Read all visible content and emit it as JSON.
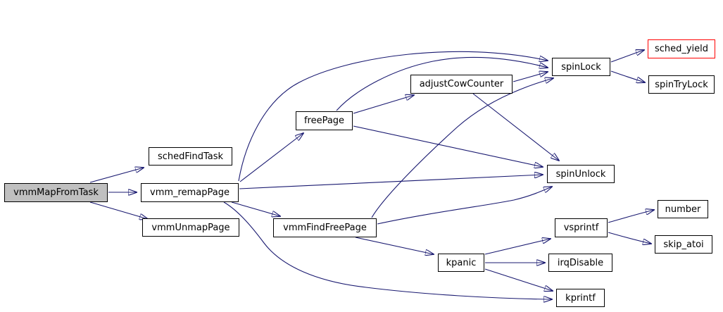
{
  "diagram": {
    "type": "call-graph",
    "focus_node": "vmmMapFromTask",
    "colors": {
      "edge": "#191970",
      "node_border": "#000000",
      "node_fill": "#ffffff",
      "focus_fill": "#c0c0c0",
      "highlight_border": "#ff0000",
      "text": "#000000",
      "background": "#ffffff"
    },
    "nodes": [
      {
        "label": "vmmMapFromTask",
        "style": "focus"
      },
      {
        "label": "schedFindTask",
        "style": "normal"
      },
      {
        "label": "vmm_remapPage",
        "style": "normal"
      },
      {
        "label": "vmmUnmapPage",
        "style": "normal"
      },
      {
        "label": "freePage",
        "style": "normal"
      },
      {
        "label": "adjustCowCounter",
        "style": "normal"
      },
      {
        "label": "vmmFindFreePage",
        "style": "normal"
      },
      {
        "label": "spinLock",
        "style": "normal"
      },
      {
        "label": "sched_yield",
        "style": "highlight"
      },
      {
        "label": "spinTryLock",
        "style": "normal"
      },
      {
        "label": "spinUnlock",
        "style": "normal"
      },
      {
        "label": "kpanic",
        "style": "normal"
      },
      {
        "label": "vsprintf",
        "style": "normal"
      },
      {
        "label": "number",
        "style": "normal"
      },
      {
        "label": "skip_atoi",
        "style": "normal"
      },
      {
        "label": "irqDisable",
        "style": "normal"
      },
      {
        "label": "kprintf",
        "style": "normal"
      }
    ],
    "edges": [
      {
        "from": "vmmMapFromTask",
        "to": "schedFindTask"
      },
      {
        "from": "vmmMapFromTask",
        "to": "vmm_remapPage"
      },
      {
        "from": "vmmMapFromTask",
        "to": "vmmUnmapPage"
      },
      {
        "from": "vmm_remapPage",
        "to": "freePage"
      },
      {
        "from": "vmm_remapPage",
        "to": "spinLock"
      },
      {
        "from": "vmm_remapPage",
        "to": "spinUnlock"
      },
      {
        "from": "vmm_remapPage",
        "to": "vmmFindFreePage"
      },
      {
        "from": "vmm_remapPage",
        "to": "kprintf"
      },
      {
        "from": "freePage",
        "to": "adjustCowCounter"
      },
      {
        "from": "freePage",
        "to": "spinLock"
      },
      {
        "from": "freePage",
        "to": "spinUnlock"
      },
      {
        "from": "adjustCowCounter",
        "to": "spinLock"
      },
      {
        "from": "adjustCowCounter",
        "to": "spinUnlock"
      },
      {
        "from": "vmmFindFreePage",
        "to": "spinLock"
      },
      {
        "from": "vmmFindFreePage",
        "to": "spinUnlock"
      },
      {
        "from": "vmmFindFreePage",
        "to": "kpanic"
      },
      {
        "from": "spinLock",
        "to": "sched_yield"
      },
      {
        "from": "spinLock",
        "to": "spinTryLock"
      },
      {
        "from": "kpanic",
        "to": "vsprintf"
      },
      {
        "from": "kpanic",
        "to": "irqDisable"
      },
      {
        "from": "kpanic",
        "to": "kprintf"
      },
      {
        "from": "vsprintf",
        "to": "number"
      },
      {
        "from": "vsprintf",
        "to": "skip_atoi"
      }
    ]
  }
}
